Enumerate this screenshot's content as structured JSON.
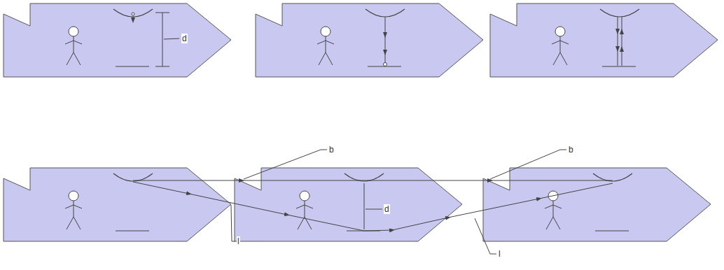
{
  "diagram": {
    "labels": [
      "d",
      "b",
      "b",
      "l",
      "d",
      "l"
    ]
  }
}
